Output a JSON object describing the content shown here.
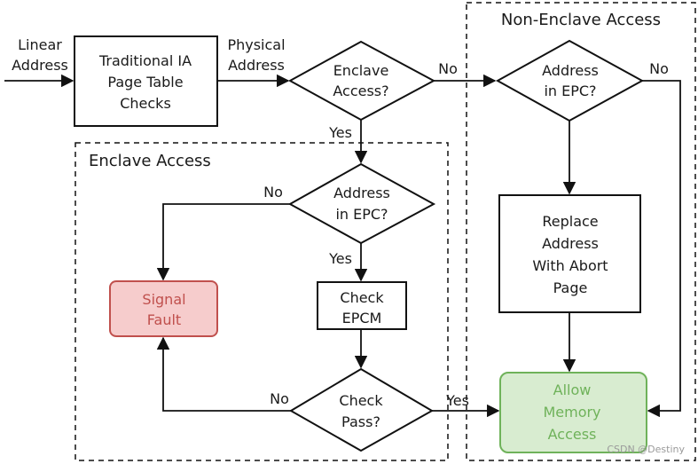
{
  "nodes": {
    "traditional": [
      "Traditional IA",
      "Page Table",
      "Checks"
    ],
    "enclave_access_q": [
      "Enclave",
      "Access?"
    ],
    "address_in_epc_enclave": [
      "Address",
      "in EPC?"
    ],
    "address_in_epc_nonenclave": [
      "Address",
      "in EPC?"
    ],
    "signal_fault": [
      "Signal",
      "Fault"
    ],
    "check_epcm": [
      "Check",
      "EPCM"
    ],
    "check_pass": [
      "Check",
      "Pass?"
    ],
    "replace_address": [
      "Replace",
      "Address",
      "With Abort",
      "Page"
    ],
    "allow_memory": [
      "Allow",
      "Memory",
      "Access"
    ]
  },
  "regions": {
    "enclave": "Enclave Access",
    "non_enclave": "Non-Enclave Access"
  },
  "edge_labels": {
    "linear": [
      "Linear",
      "Address"
    ],
    "physical": [
      "Physical",
      "Address"
    ],
    "no_enclave": "No",
    "yes_enclave": "Yes",
    "no_epc_enclave": "No",
    "yes_epc_enclave": "Yes",
    "no_check_pass": "No",
    "yes_check_pass": "Yes",
    "no_epc_nonenclave": "No"
  },
  "colors": {
    "fault_fill": "#f6cccc",
    "fault_stroke": "#c0504d",
    "allow_fill": "#d8ecd0",
    "allow_stroke": "#6fb25a"
  },
  "watermark": "CSDN @Destiny"
}
